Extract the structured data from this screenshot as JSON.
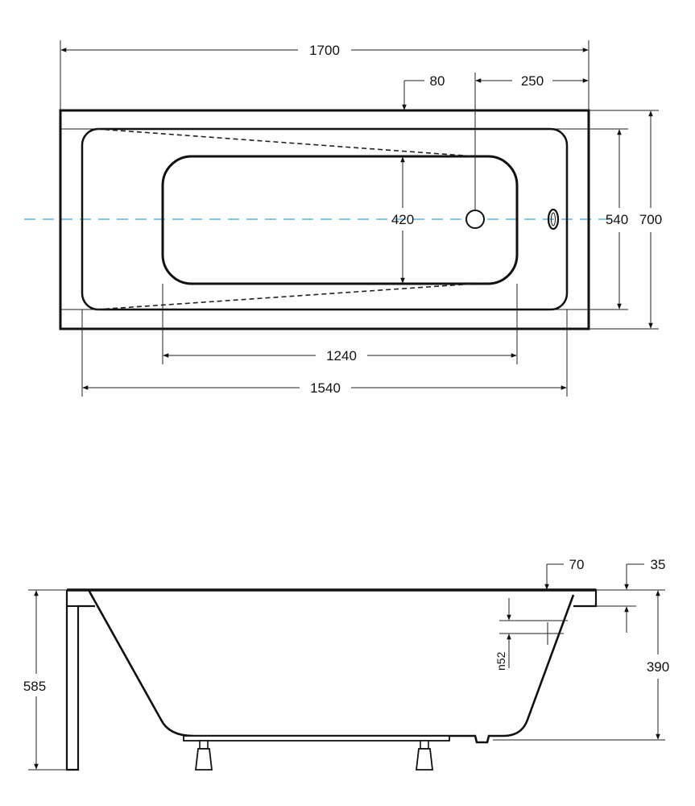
{
  "top_view": {
    "dim_total_length": "1700",
    "dim_80": "80",
    "dim_250": "250",
    "dim_420": "420",
    "dim_540": "540",
    "dim_700": "700",
    "dim_1240": "1240",
    "dim_1540": "1540"
  },
  "side_view": {
    "dim_70": "70",
    "dim_35": "35",
    "dim_585": "585",
    "dim_390": "390",
    "dim_n52": "n52"
  },
  "colors": {
    "outline": "#111111",
    "centerline": "#3aa6d8"
  }
}
